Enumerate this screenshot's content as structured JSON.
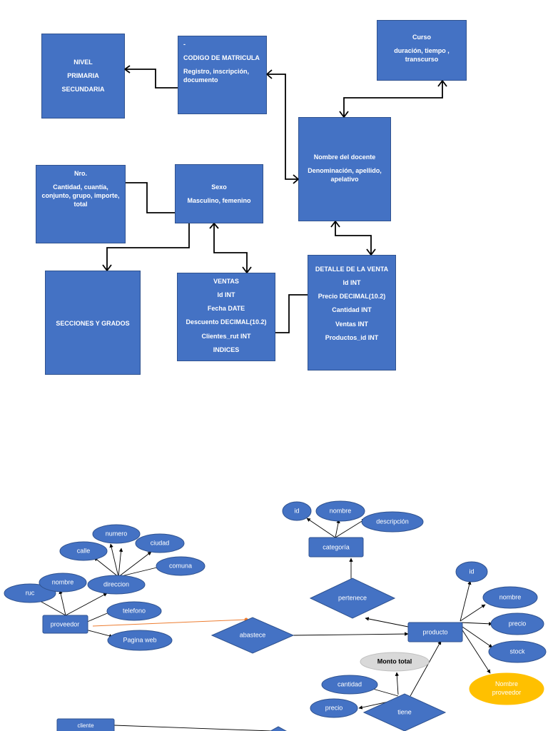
{
  "entities": {
    "nivel": {
      "lines": [
        "NIVEL",
        "PRIMARIA",
        "SECUNDARIA"
      ]
    },
    "codigo": {
      "lines": [
        "-",
        "CODIGO DE MATRICULA",
        "Registro, inscripción,\ndocumento"
      ]
    },
    "curso": {
      "lines": [
        "Curso",
        "duración, tiempo ,\ntranscurso"
      ]
    },
    "docente": {
      "lines": [
        "Nombre del docente",
        "Denominación, apellido,\napelativo"
      ]
    },
    "nro": {
      "lines": [
        "Nro.",
        "Cantidad, cuantía,\nconjunto, grupo, importe,\ntotal"
      ]
    },
    "sexo": {
      "lines": [
        "Sexo",
        "Masculino, femenino"
      ]
    },
    "secciones": {
      "lines": [
        "SECCIONES Y GRADOS"
      ]
    },
    "ventas": {
      "lines": [
        "VENTAS",
        "Id INT",
        "Fecha DATE",
        "Descuento DECIMAL(10.2)",
        "Clientes_rut INT",
        "INDICES"
      ]
    },
    "detalle": {
      "lines": [
        "DETALLE DE LA VENTA",
        "Id INT",
        "Precio DECIMAL(10.2)",
        "Cantidad INT",
        "Ventas INT",
        "Productos_id INT"
      ]
    }
  },
  "er": {
    "entities": {
      "proveedor": "proveedor",
      "categoria": "categoría",
      "producto": "producto",
      "cliente": "cliente"
    },
    "relations": {
      "abastece": "abastece",
      "pertenece": "pertenece",
      "tiene": "tiene"
    },
    "attributes": {
      "ruc": "ruc",
      "nombre_prov": "nombre",
      "direccion": "direccion",
      "calle": "calle",
      "numero": "numero",
      "ciudad": "ciudad",
      "comuna": "comuna",
      "telefono": "telefono",
      "pagina_web": "Pagina web",
      "id_cat": "id",
      "nombre_cat": "nombre",
      "descripcion": "descripción",
      "id_prod": "id",
      "nombre_prod": "nombre",
      "precio_prod": "precio",
      "stock": "stock",
      "nombre_proveedor": "Nombre\nproveedor",
      "monto_total": "Monto total",
      "cantidad": "cantidad",
      "precio_tiene": "precio"
    },
    "colors": {
      "entity": "#4472c4",
      "border": "#2f528f",
      "derived": "#d9d9d9",
      "highlight": "#ffc000",
      "orange_line": "#ed7d31"
    }
  }
}
